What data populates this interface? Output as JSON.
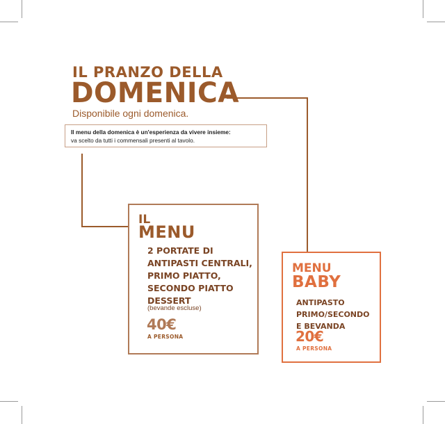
{
  "header": {
    "title_small": "IL PRANZO DELLA",
    "title_big": "DOMENICA",
    "subtitle": "Disponibile ogni domenica.",
    "note_bold": "Il menu della domenica è un'esperienza da vivere insieme:",
    "note_regular": "va scelto da tutti i commensali presenti al tavolo."
  },
  "menu": {
    "label_small": "IL",
    "label_big": "MENU",
    "items": [
      "2 PORTATE DI",
      "ANTIPASTI CENTRALI,",
      "PRIMO PIATTO,",
      "SECONDO PIATTO",
      "DESSERT"
    ],
    "note": "(bevande escluse)",
    "price": "40€",
    "per_person": "A PERSONA"
  },
  "baby": {
    "label_small": "MENU",
    "label_big": "BABY",
    "items": [
      "ANTIPASTO",
      "PRIMO/SECONDO",
      "E BEVANDA"
    ],
    "price": "20€",
    "per_person": "A PERSONA"
  },
  "colors": {
    "brown": "#9b5a2b",
    "dark_brown": "#7a4424",
    "orange": "#e0703f"
  }
}
